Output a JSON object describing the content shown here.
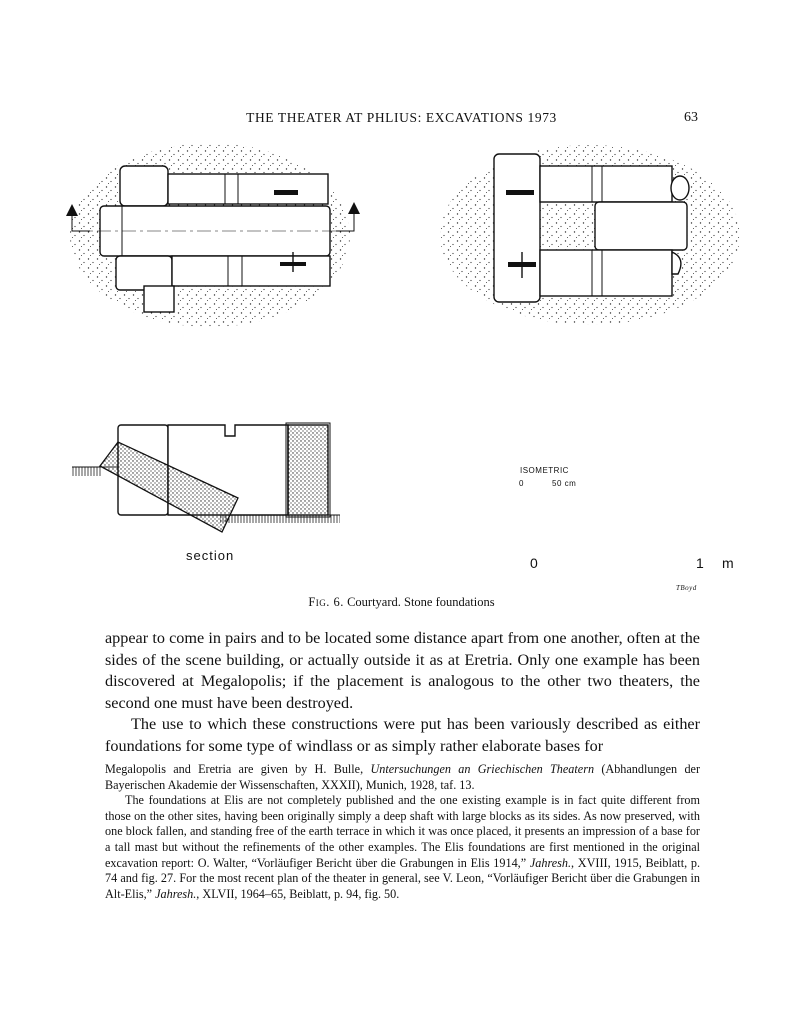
{
  "header": {
    "running_title": "THE THEATER AT PHLIUS: EXCAVATIONS 1973",
    "page_number": "63"
  },
  "figure": {
    "section_label": "section",
    "isometric_label": "ISOMETRIC",
    "iso_scale_zero": "0",
    "iso_scale_label": "50 cm",
    "scale_zero": "0",
    "scale_one": "1",
    "scale_unit": "m",
    "signature": "TBoyd"
  },
  "caption": {
    "fig_number": "Fig. 6.",
    "text": "Courtyard.  Stone foundations"
  },
  "body": {
    "para1": "appear to come in pairs and to be located some distance apart from one another, often at the sides of the scene building, or actually outside it as at Eretria. Only one example has been discovered at Megalopolis; if the placement is analogous to the other two theaters, the second one must have been destroyed.",
    "para2": "The use to which these constructions were put has been variously described as either foundations for some type of windlass or as simply rather elaborate bases for"
  },
  "footnotes": {
    "note1_a": "Megalopolis and Eretria are given by H. Bulle, ",
    "note1_title": "Untersuchungen an Griechischen Theatern",
    "note1_b": " (Abhandlungen der Bayerischen Akademie der Wissenschaften, XXXII), Munich, 1928, taf. 13.",
    "note2_a": "The foundations at Elis are not completely published and the one existing example is in fact quite different from those on the other sites, having been originally simply a deep shaft with large blocks as its sides. As now preserved, with one block fallen, and standing free of the earth terrace in which it was once placed, it presents an impression of a base for a tall mast but without the refinements of the other examples. The Elis foundations are first mentioned in the original excavation report: O. Walter, “Vorläufiger Bericht über die Grabungen in Elis 1914,” ",
    "note2_j1": "Jahresh.",
    "note2_b": ", XVIII, 1915, Beiblatt, p. 74 and fig. 27. For the most recent plan of the theater in general, see V. Leon, “Vorläufiger Bericht über die Grabungen in Alt-Elis,” ",
    "note2_j2": "Jahresh.",
    "note2_c": ", XLVII, 1964–65, Beiblatt, p. 94, fig. 50."
  }
}
